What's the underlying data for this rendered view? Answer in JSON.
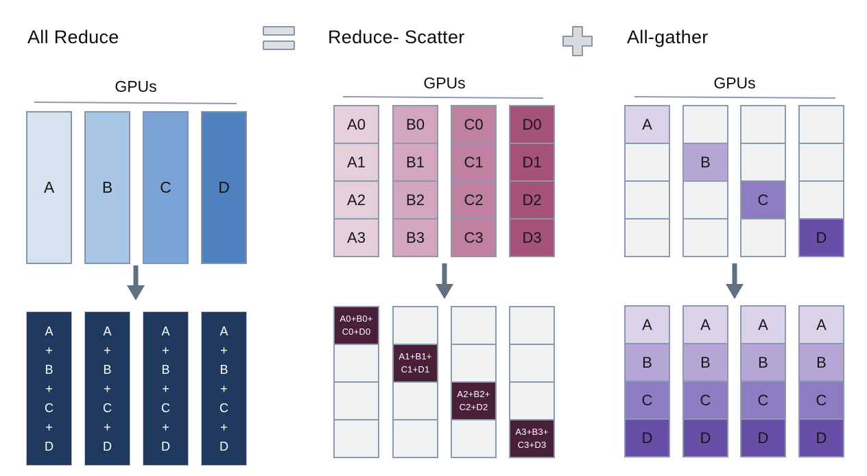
{
  "header": {
    "title_all_reduce": "All Reduce",
    "title_reduce_scatter": "Reduce- Scatter",
    "title_all_gather": "All-gather",
    "equals_icon": "equals",
    "plus_icon": "plus"
  },
  "colors": {
    "blue_shades": [
      "#d7e2f0",
      "#a9c6e6",
      "#7ba4d6",
      "#4e81bd"
    ],
    "navy_result": "#1f3a5e",
    "magenta_shades": [
      "#e5cfda",
      "#d2a6be",
      "#bf80a2",
      "#a55278"
    ],
    "maroon_result": "#4a1f38",
    "purple_shades": [
      "#d9d2e9",
      "#b4a7d6",
      "#8e7cc3",
      "#674ea7"
    ],
    "empty_cell": "#f1f2f3",
    "cell_border": "#8a99ab",
    "arrow": "#5f7183"
  },
  "all_reduce": {
    "gpus_label": "GPUs",
    "inputs": [
      "A",
      "B",
      "C",
      "D"
    ],
    "result": "A\n+\nB\n+\nC\n+\nD"
  },
  "reduce_scatter": {
    "gpus_label": "GPUs",
    "columns": [
      [
        "A0",
        "A1",
        "A2",
        "A3"
      ],
      [
        "B0",
        "B1",
        "B2",
        "B3"
      ],
      [
        "C0",
        "C1",
        "C2",
        "C3"
      ],
      [
        "D0",
        "D1",
        "D2",
        "D3"
      ]
    ],
    "results": [
      "A0+B0+\nC0+D0",
      "A1+B1+\nC1+D1",
      "A2+B2+\nC2+D2",
      "A3+B3+\nC3+D3"
    ]
  },
  "all_gather": {
    "gpus_label": "GPUs",
    "inputs": [
      "A",
      "B",
      "C",
      "D"
    ],
    "result_rows": [
      "A",
      "B",
      "C",
      "D"
    ]
  }
}
